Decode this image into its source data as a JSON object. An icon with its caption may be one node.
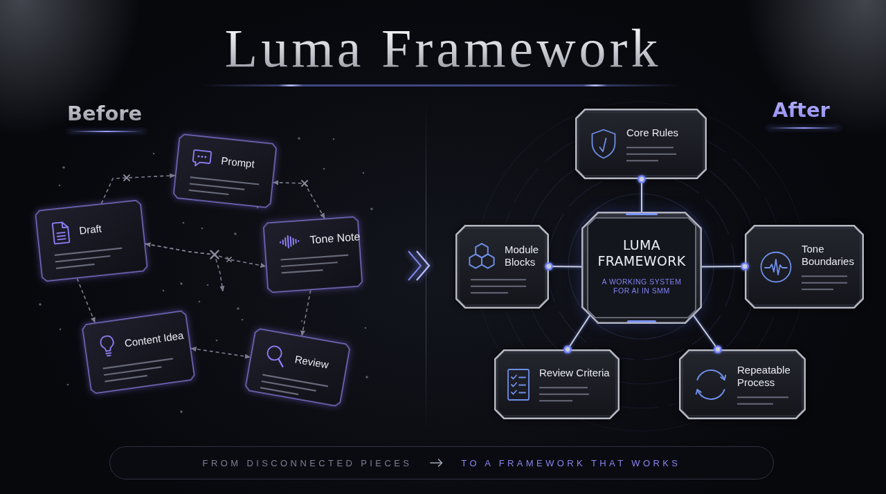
{
  "diagram": {
    "title": "Luma Framework",
    "nodes": [
      {
        "text": [
          "Prompt"
        ]
      },
      {
        "text": [
          "Draft"
        ]
      },
      {
        "text": [
          "Tone Note"
        ]
      },
      {
        "text": [
          "Content Idea"
        ]
      },
      {
        "text": [
          "Review"
        ]
      },
      {
        "text": [
          "Core Rules"
        ]
      },
      {
        "text": [
          "Module Blocks"
        ]
      },
      {
        "text": [
          "LUMA FRAMEWORK",
          "A WORKING SYSTEM FOR AI IN SMM"
        ]
      },
      {
        "text": [
          "Tone Boundaries"
        ]
      },
      {
        "text": [
          "Review Criteria"
        ]
      },
      {
        "text": [
          "Repeatable Process"
        ]
      },
      {
        "text": [
          "FROM DISCONNECTED PIECES",
          "TO A FRAMEWORK THAT WORKS"
        ]
      }
    ],
    "edges": [
      {
        "from": 1,
        "to": 0,
        "arrow": "to",
        "style": "dashed"
      },
      {
        "from": 0,
        "to": 2,
        "arrow": "both",
        "style": "dashed"
      },
      {
        "from": 1,
        "to": 2,
        "arrow": "both",
        "style": "dashed"
      },
      {
        "from": 1,
        "to": null,
        "arrow": "to",
        "style": "dashed"
      },
      {
        "from": 1,
        "to": 3,
        "arrow": "to",
        "style": "dashed"
      },
      {
        "from": 2,
        "to": 4,
        "arrow": "to",
        "style": "dashed"
      },
      {
        "from": 3,
        "to": 4,
        "arrow": "both",
        "style": "dashed"
      },
      {
        "from": 7,
        "to": 5,
        "arrow": "other",
        "color": "#c9cedd"
      },
      {
        "from": 7,
        "to": 6,
        "arrow": "other",
        "color": "#c9cedd"
      },
      {
        "from": 7,
        "to": 8,
        "arrow": "other",
        "color": "#c9cedd"
      },
      {
        "from": 7,
        "to": 9,
        "arrow": "other",
        "color": "#c9cedd"
      },
      {
        "from": 7,
        "to": 10,
        "arrow": "other",
        "color": "#c9cedd"
      }
    ],
    "labels": [
      "Before",
      "After"
    ]
  }
}
